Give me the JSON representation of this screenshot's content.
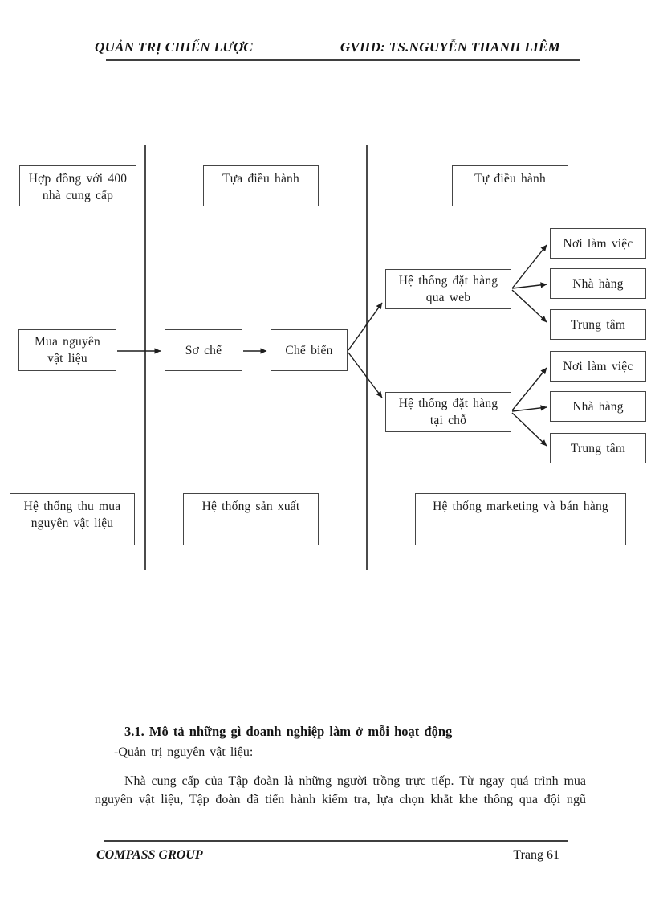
{
  "header": {
    "course": "QUẢN TRỊ CHIẾN LƯỢC",
    "advisor": "GVHD: TS.NGUYỄN THANH LIÊM"
  },
  "diagram": {
    "top_labels": [
      "Hợp đồng với 400\nnhà cung cấp",
      "Tựa điều hành",
      "Tự điều hành"
    ],
    "chain": [
      "Mua nguyên\nvật liệu",
      "Sơ chế",
      "Chế biến"
    ],
    "order_systems": [
      "Hệ thống đặt hàng\nqua web",
      "Hệ thống đặt hàng\ntại chỗ"
    ],
    "web_channels": [
      "Nơi làm việc",
      "Nhà hàng",
      "Trung tâm"
    ],
    "onsite_channels": [
      "Nơi làm việc",
      "Nhà hàng",
      "Trung tâm"
    ],
    "bottom_labels": [
      "Hệ thống thu mua\nnguyên vật liệu",
      "Hệ thống sản xuất",
      "Hệ thống marketing và bán hàng"
    ]
  },
  "body": {
    "heading": "3.1. Mô tả những gì doanh nghiệp làm ở mỗi hoạt động",
    "subheading": "-Quản trị nguyên vật liệu:",
    "paragraph": "Nhà cung cấp của Tập đoàn là những người trồng trực tiếp. Từ ngay quá trình mua nguyên vật liệu, Tập đoàn đã tiến hành kiểm tra, lựa chọn khắt khe thông qua đội ngũ"
  },
  "footer": {
    "company": "COMPASS GROUP",
    "page": "Trang 61"
  }
}
